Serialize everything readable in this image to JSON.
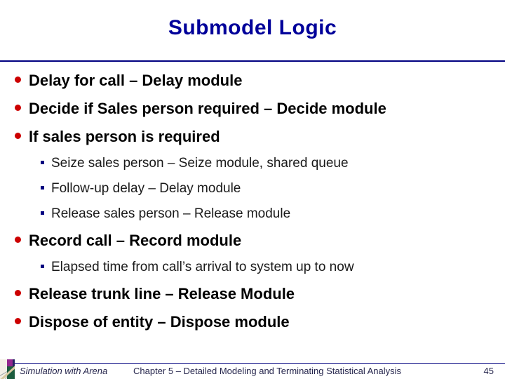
{
  "slide": {
    "title": "Submodel Logic",
    "bullets": [
      {
        "level": 1,
        "text": "Delay for call – Delay module"
      },
      {
        "level": 1,
        "text": "Decide if Sales person required – Decide module"
      },
      {
        "level": 1,
        "text": "If sales person is required"
      },
      {
        "level": 2,
        "text": "Seize sales person – Seize module, shared queue"
      },
      {
        "level": 2,
        "text": "Follow-up delay – Delay module"
      },
      {
        "level": 2,
        "text": "Release sales person – Release module"
      },
      {
        "level": 1,
        "text": "Record call – Record module"
      },
      {
        "level": 2,
        "text": "Elapsed time from call’s arrival to system up to now"
      },
      {
        "level": 1,
        "text": "Release trunk line – Release Module"
      },
      {
        "level": 1,
        "text": "Dispose of entity – Dispose module"
      }
    ],
    "footer": {
      "left": "Simulation with Arena",
      "center": "Chapter 5 – Detailed Modeling and Terminating Statistical Analysis",
      "page_number": "45"
    },
    "colors": {
      "title": "#00009A",
      "rule": "#000080",
      "bullet_level1": "#CC0000",
      "bullet_level2": "#000080",
      "body_text": "#000000",
      "footer_text": "#26264D"
    }
  }
}
